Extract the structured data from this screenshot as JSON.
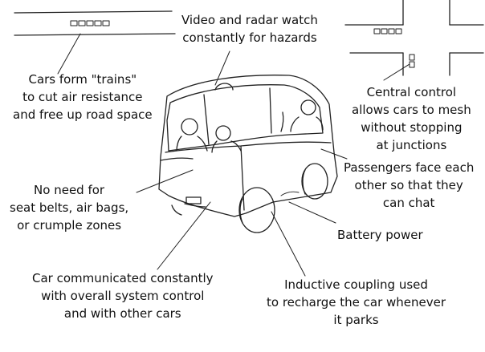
{
  "labels": {
    "trains": [
      "Cars form \"trains\"",
      "to cut air resistance",
      "and free up road space"
    ],
    "video": [
      "Video and radar watch",
      "constantly for hazards"
    ],
    "central": [
      "Central control",
      "allows cars to mesh",
      "without stopping",
      "at junctions"
    ],
    "passengers": [
      "Passengers face each",
      "other so that they",
      "can chat"
    ],
    "seatbelts": [
      "No need for",
      "seat belts, air bags,",
      "or crumple zones"
    ],
    "battery": [
      "Battery power"
    ],
    "communicated": [
      "Car communicated constantly",
      "with overall system control",
      "and with other cars"
    ],
    "inductive": [
      "Inductive coupling used",
      "to recharge the car whenever",
      "it parks"
    ]
  }
}
